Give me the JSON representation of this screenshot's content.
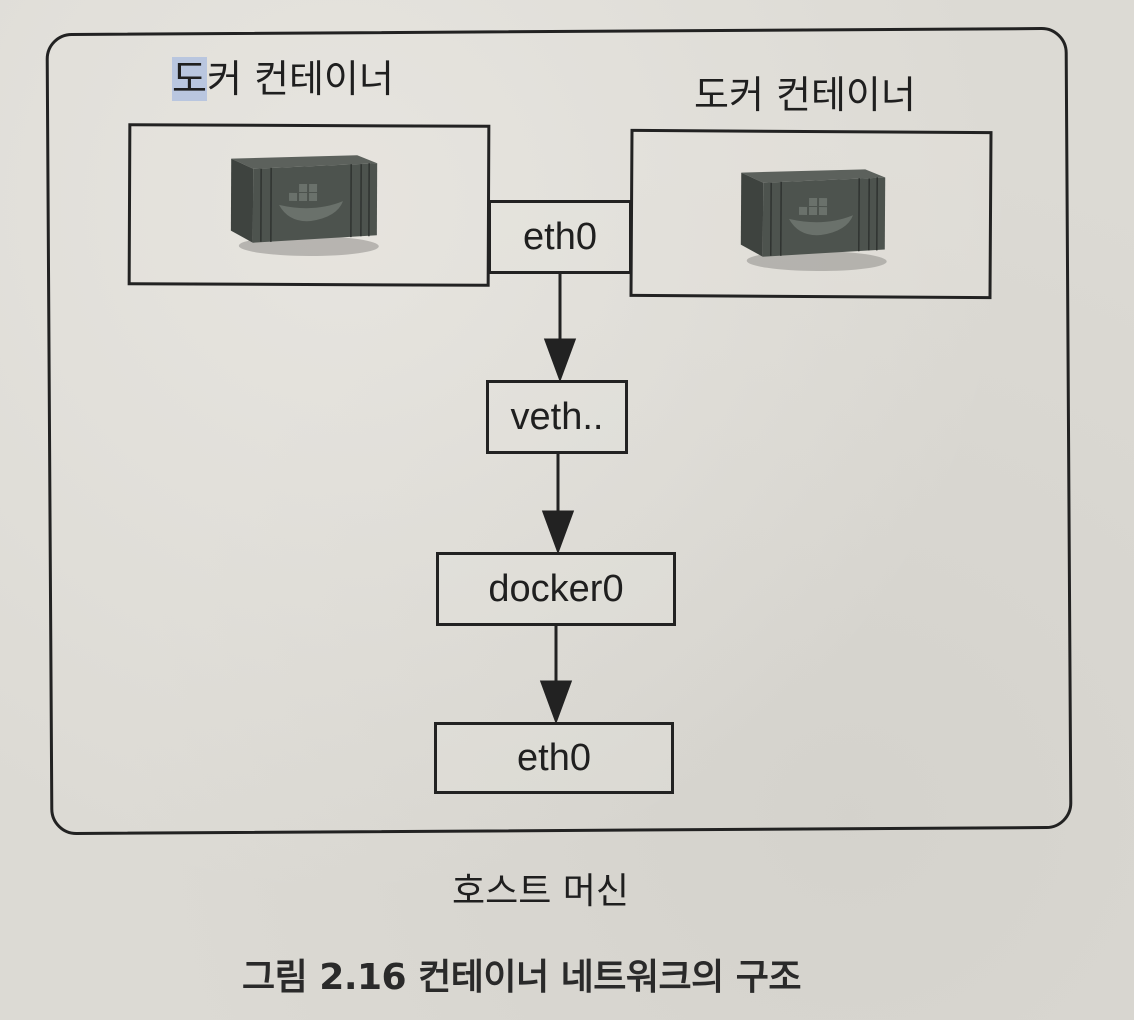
{
  "diagram": {
    "host": {
      "label": "호스트 머신"
    },
    "containers": [
      {
        "label_highlight": "도",
        "label_rest": "커 컨테이너",
        "icon": "docker-container-icon"
      },
      {
        "label": "도커 컨테이너",
        "icon": "docker-container-icon"
      }
    ],
    "interfaces": {
      "container_eth": "eth0",
      "veth": "veth..",
      "bridge": "docker0",
      "host_eth": "eth0"
    },
    "figure_caption": "그림 2.16 컨테이너 네트워크의 구조"
  },
  "colors": {
    "page_background": "#dcdad4",
    "line": "#222222",
    "text_highlight": "#b9c6df",
    "container_icon": "#4b524c"
  }
}
